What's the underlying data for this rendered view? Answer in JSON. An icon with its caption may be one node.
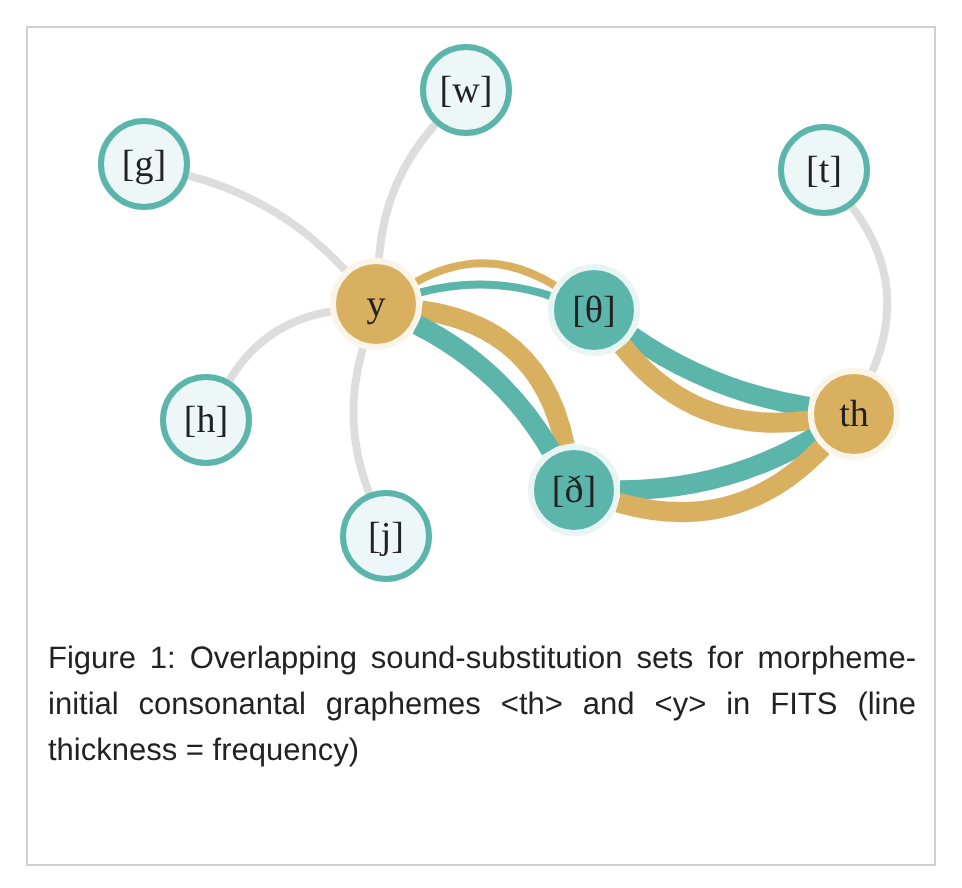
{
  "diagram": {
    "caption": "Figure 1: Overlapping sound-substitution sets for morpheme-initial consonantal graphemes <th> and <y> in FITS (line thickness = frequency)",
    "nodes": [
      {
        "text": [
          "[w]"
        ]
      },
      {
        "text": [
          "[g]"
        ]
      },
      {
        "text": [
          "[t]"
        ]
      },
      {
        "text": [
          "y"
        ]
      },
      {
        "text": [
          "[θ]"
        ]
      },
      {
        "text": [
          "th"
        ]
      },
      {
        "text": [
          "[h]"
        ]
      },
      {
        "text": [
          "[ð]"
        ]
      },
      {
        "text": [
          "[j]"
        ]
      }
    ],
    "edges": [
      {
        "from": 3,
        "to": 1,
        "arrow": "none"
      },
      {
        "from": 3,
        "to": 0,
        "arrow": "none"
      },
      {
        "from": 3,
        "to": 6,
        "arrow": "none"
      },
      {
        "from": 3,
        "to": 8,
        "arrow": "none"
      },
      {
        "from": 5,
        "to": 2,
        "arrow": "none"
      },
      {
        "from": 3,
        "to": 4,
        "arrow": "none",
        "color": "#d9b060"
      },
      {
        "from": 3,
        "to": 4,
        "arrow": "none",
        "color": "#5bb5ab"
      },
      {
        "from": 3,
        "to": 7,
        "arrow": "none",
        "style": "thick",
        "color": "#d9b060"
      },
      {
        "from": 3,
        "to": 7,
        "arrow": "none",
        "style": "thick",
        "color": "#5bb5ab"
      },
      {
        "from": 4,
        "to": 5,
        "arrow": "none",
        "style": "thick",
        "color": "#5bb5ab"
      },
      {
        "from": 4,
        "to": 5,
        "arrow": "none",
        "style": "thick",
        "color": "#d9b060"
      },
      {
        "from": 7,
        "to": 5,
        "arrow": "none",
        "style": "thick",
        "color": "#5bb5ab"
      },
      {
        "from": 7,
        "to": 5,
        "arrow": "none",
        "style": "thick",
        "color": "#d9b060"
      }
    ]
  }
}
